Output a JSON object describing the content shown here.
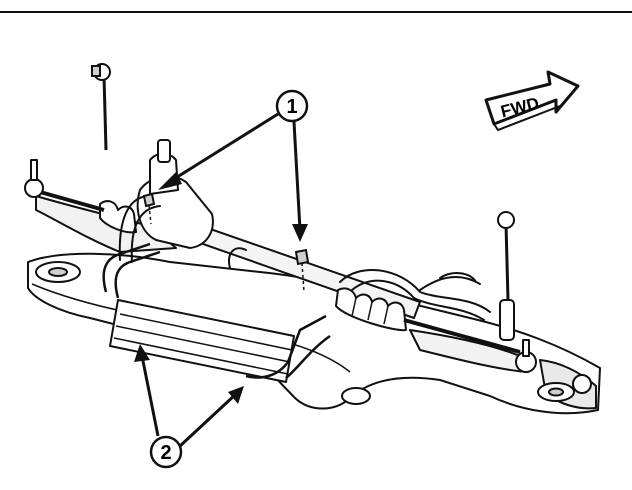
{
  "diagram": {
    "direction_label": "FWD",
    "callouts": [
      {
        "number": "1"
      },
      {
        "number": "2"
      }
    ]
  },
  "colors": {
    "ink": "#111111",
    "background": "#ffffff",
    "shade": "#cfcfcf"
  }
}
